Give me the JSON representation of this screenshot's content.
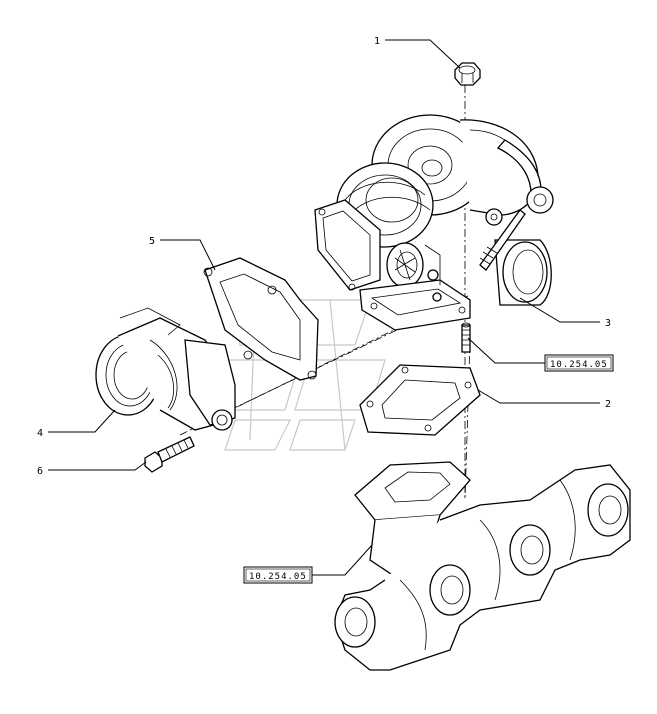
{
  "callouts": [
    {
      "id": "1",
      "label": "1"
    },
    {
      "id": "2",
      "label": "2"
    },
    {
      "id": "3",
      "label": "3"
    },
    {
      "id": "4",
      "label": "4"
    },
    {
      "id": "5",
      "label": "5"
    },
    {
      "id": "6",
      "label": "6"
    }
  ],
  "references": [
    {
      "id": "ref-a",
      "label": "10.254.05"
    },
    {
      "id": "ref-b",
      "label": "10.254.05"
    }
  ]
}
